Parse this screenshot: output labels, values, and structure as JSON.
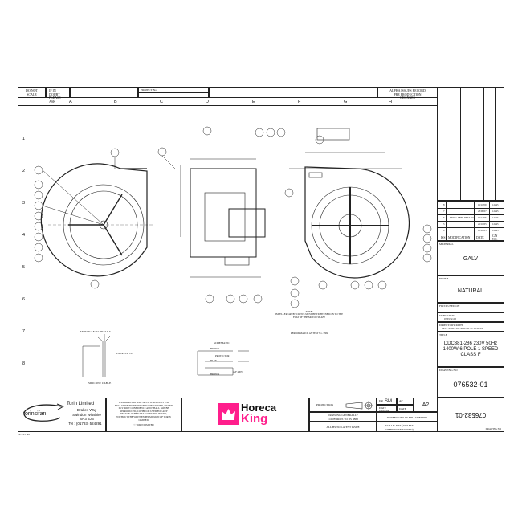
{
  "header": {
    "do_not_scale": "DO NOT SCALE",
    "if_in_doubt": "IF IN DOUBT PLEASE ASK",
    "project_no_label": "PROJECT No:",
    "alpha_issues": "ALPHA ISSUES RECORD PRE PRODUCTION CHANGES",
    "columns": [
      "A",
      "B",
      "C",
      "D",
      "E",
      "F",
      "G",
      "H"
    ],
    "rows": [
      "1",
      "2",
      "3",
      "4",
      "5",
      "6",
      "7",
      "8"
    ]
  },
  "revisions": {
    "rows": [
      {
        "iss": "8",
        "mod": "",
        "date": "11/11/09",
        "cn": "12345"
      },
      {
        "iss": "7",
        "mod": "",
        "date": "28/08/07",
        "cn": "12345"
      },
      {
        "iss": "6",
        "mod": "NEW LABEL DETAILS",
        "date": "09/11/06",
        "cn": "12345"
      },
      {
        "iss": "5",
        "mod": "",
        "date": "21/10/05",
        "cn": "12345"
      },
      {
        "iss": "0",
        "mod": "",
        "date": "15/09/05",
        "cn": "12345"
      }
    ],
    "header_iss": "ISS",
    "header_mod": "MODIFICATION",
    "header_date": "DATE",
    "header_cn": "C/N NO."
  },
  "title_block": {
    "material_label": "MATERIAL",
    "material": "GALV",
    "finish_label": "FINISH",
    "finish": "NATURAL",
    "first_used_label": "FIRST USED ON",
    "similar_to_label": "SIMILAR TO",
    "similar_to": "076532-00",
    "directory_label": "DIRECTORY PATH",
    "directory": "ASY/DDC/381-286/WF/076532-01",
    "title_label": "TITLE",
    "title_lines": [
      "DDC381-286 230V 50Hz",
      "1400W 6 POLE 1 SPEED",
      "CLASS F"
    ],
    "drawing_no_label": "DRAWING NO",
    "drawing_no": "076532-01"
  },
  "footer": {
    "company_logo": "torinsifan",
    "company": "Torin Limited",
    "address": [
      "Drakes Way",
      "Swindon Wiltshire",
      "SN3 3JB"
    ],
    "tel": "Tel : (01793) 524291",
    "confidential": "THIS DRAWING AND SPECIFICATIONS IS THE EXCLUSIVE PROPERTY OF TORIN LIMITED, ISSUED IN STRICT CONFIDENCE AND SHALL NOT BE REPRODUCED, COPIED OR USED FOR ANY REASON OTHER THAN WHICH IS ISSUED, WITHOUT THE WRITTEN PERMISSION OF TORIN LIMITED.",
    "copyright": "© TORIN LIMITED",
    "brand_line1": "Horeca",
    "brand_line2": "King",
    "projection_label": "PROJECTION",
    "drawing_conforms": "DRAWING GENERALLY CONFORMS TO BS 8888",
    "all_bs": "ALL BS TO LATEST ISSUE",
    "dr_label": "DR",
    "dr": "SM",
    "ap_label": "AP",
    "date_label": "DATE",
    "date": "29/09/02",
    "date2_label": "DATE",
    "size": "A2",
    "dimensions": "DIMENSIONS IN MILLIMETRES",
    "scale": "SCALE: NTS (UNLESS OTHERWISE STATED)",
    "drawing_no_mirror": "076532-01",
    "drawing_no_label": "DRAWING NO",
    "sheet_ref": "EPSST A2"
  },
  "notes": {
    "motor_lead": "MOTOR LEAD DETAILS",
    "silicone": "SILICONE CABLE",
    "stripped": "STRIPPED 10",
    "schematic": "SCHEMATIC",
    "brown": "BROWN",
    "blue": "BLUE",
    "protector": "PROTECTOR",
    "capacitor": "4μF 400V",
    "note_title": "NOTE:",
    "note": "IMPELLER GRUB SCREWS MUST BE TIGHTENED ON TO THE FLAT OF THE MOTOR SHAFT",
    "performance": "PERFORMANCE AS TEST No. 3384"
  },
  "colors": {
    "brand": "#ff1e8c",
    "line": "#222222"
  }
}
